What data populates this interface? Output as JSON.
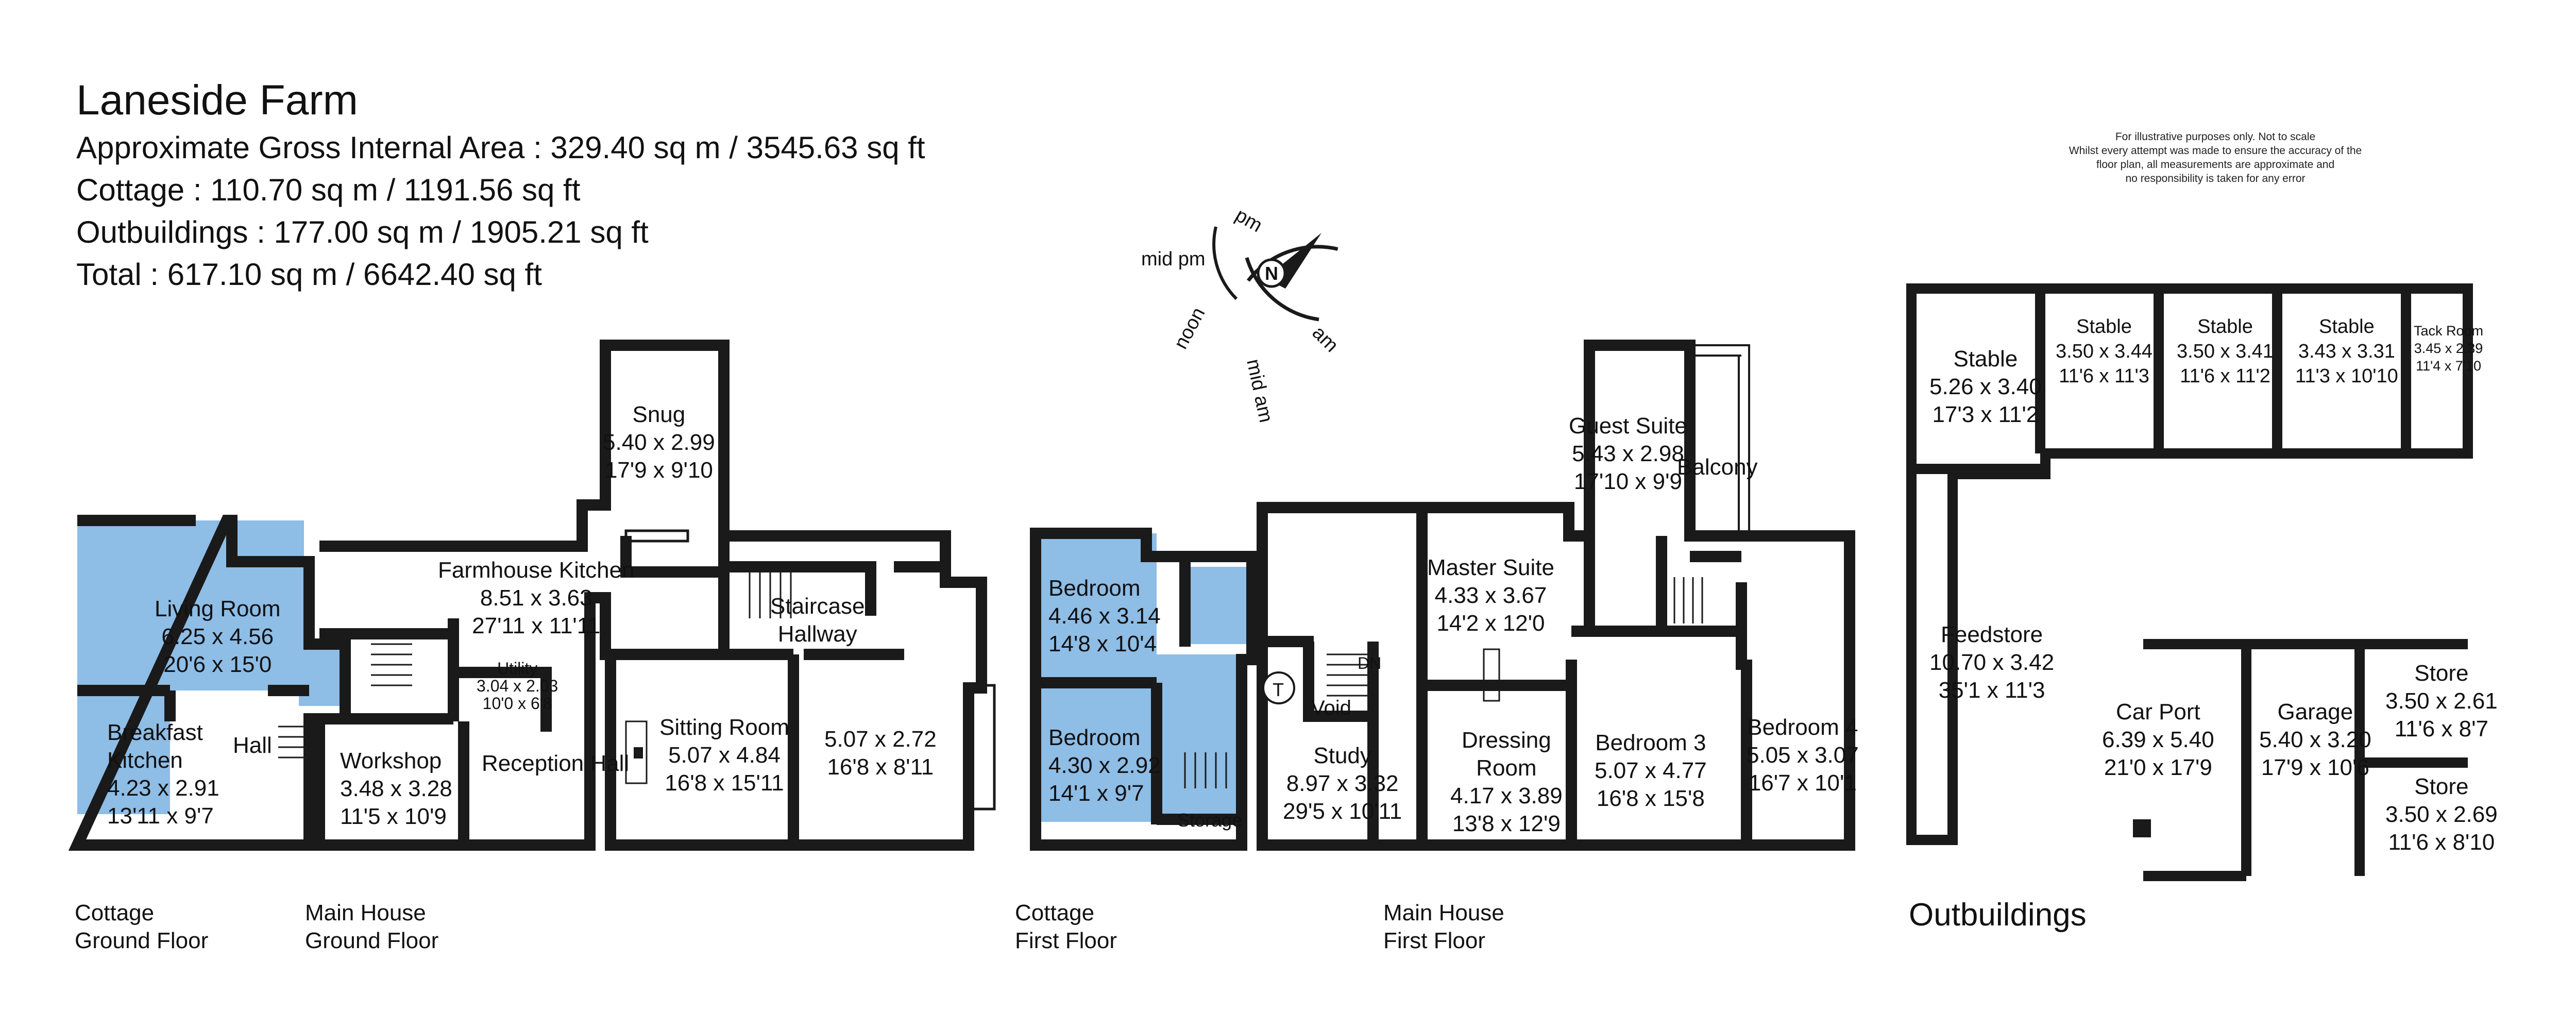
{
  "header": {
    "title": "Laneside Farm",
    "gross_area": "Approximate Gross Internal Area : 329.40 sq m / 3545.63 sq ft",
    "cottage_area": "Cottage : 110.70 sq m / 1191.56 sq ft",
    "outbuildings_area": "Outbuildings : 177.00 sq m / 1905.21 sq ft",
    "total_area": "Total : 617.10 sq m / 6642.40 sq ft"
  },
  "disclaimer": [
    "For illustrative purposes only. Not to scale",
    "Whilst every attempt was made to ensure the accuracy of the",
    "floor plan, all measurements are approximate and",
    "no responsibility is taken for any error"
  ],
  "compass": {
    "north": "N",
    "pm": "pm",
    "mid_pm": "mid pm",
    "noon": "noon",
    "mid_am": "mid am",
    "am": "am"
  },
  "colors": {
    "wall": "#1a1a1a",
    "cottage_fill": "#8ebde6",
    "highlight_fill": "#8ebde6"
  },
  "rooms": {
    "living_room": {
      "name": "Living Room",
      "dims": "6.25 x 4.56",
      "imperial": "20'6 x 15'0"
    },
    "breakfast_kitchen": {
      "name": "Breakfast",
      "name2": "Kitchen",
      "dims": "4.23 x 2.91",
      "imperial": "13'11 x 9'7"
    },
    "hall": {
      "name": "Hall"
    },
    "farmhouse_kitchen": {
      "name": "Farmhouse Kitchen",
      "dims": "8.51 x 3.63",
      "imperial": "27'11 x 11'11"
    },
    "utility": {
      "name": "Utility",
      "dims": "3.04 x 2.03",
      "imperial": "10'0 x 6'8"
    },
    "workshop": {
      "name": "Workshop",
      "dims": "3.48 x 3.28",
      "imperial": "11'5 x 10'9"
    },
    "reception_hall": {
      "name": "Reception Hall"
    },
    "snug": {
      "name": "Snug",
      "dims": "5.40 x 2.99",
      "imperial": "17'9 x 9'10"
    },
    "staircase_hallway": {
      "name": "Staircase",
      "name2": "Hallway"
    },
    "sitting_room": {
      "name": "Sitting Room",
      "dims": "5.07 x 4.84",
      "imperial": "16'8 x 15'11"
    },
    "garden_room": {
      "dims": "5.07 x 2.72",
      "imperial": "16'8 x 8'11"
    },
    "bedroom_a": {
      "name": "Bedroom",
      "dims": "4.46 x 3.14",
      "imperial": "14'8 x 10'4"
    },
    "bedroom_b": {
      "name": "Bedroom",
      "dims": "4.30 x 2.92",
      "imperial": "14'1 x 9'7"
    },
    "storage": {
      "name": "Storage"
    },
    "tank": {
      "name": "T"
    },
    "void": {
      "name": "Void"
    },
    "dn": {
      "name": "DN"
    },
    "study": {
      "name": "Study",
      "dims": "8.97 x 3.32",
      "imperial": "29'5 x 10'11"
    },
    "master_suite": {
      "name": "Master Suite",
      "dims": "4.33 x 3.67",
      "imperial": "14'2 x 12'0"
    },
    "dressing_room": {
      "name": "Dressing",
      "name2": "Room",
      "dims": "4.17 x 3.89",
      "imperial": "13'8 x 12'9"
    },
    "guest_suite": {
      "name": "Guest Suite",
      "dims": "5.43 x 2.98",
      "imperial": "17'10 x 9'9"
    },
    "balcony": {
      "name": "Balcony"
    },
    "bedroom_3": {
      "name": "Bedroom 3",
      "dims": "5.07 x 4.77",
      "imperial": "16'8 x 15'8"
    },
    "bedroom_4": {
      "name": "Bedroom 4",
      "dims": "5.05 x 3.07",
      "imperial": "16'7 x 10'1"
    },
    "stable_1": {
      "name": "Stable",
      "dims": "5.26 x 3.40",
      "imperial": "17'3 x 11'2"
    },
    "stable_2": {
      "name": "Stable",
      "dims": "3.50 x 3.44",
      "imperial": "11'6 x 11'3"
    },
    "stable_3": {
      "name": "Stable",
      "dims": "3.50 x 3.41",
      "imperial": "11'6 x 11'2"
    },
    "stable_4": {
      "name": "Stable",
      "dims": "3.43 x 3.31",
      "imperial": "11'3 x 10'10"
    },
    "tack_room": {
      "name": "Tack Room",
      "dims": "3.45 x 2.39",
      "imperial": "11'4 x 7'10"
    },
    "feedstore": {
      "name": "Feedstore",
      "dims": "10.70 x 3.42",
      "imperial": "35'1 x 11'3"
    },
    "car_port": {
      "name": "Car Port",
      "dims": "6.39 x 5.40",
      "imperial": "21'0 x 17'9"
    },
    "garage": {
      "name": "Garage",
      "dims": "5.40 x 3.20",
      "imperial": "17'9 x 10'6"
    },
    "store_1": {
      "name": "Store",
      "dims": "3.50 x 2.61",
      "imperial": "11'6 x 8'7"
    },
    "store_2": {
      "name": "Store",
      "dims": "3.50 x 2.69",
      "imperial": "11'6 x 8'10"
    }
  },
  "floor_labels": {
    "cottage_ground": {
      "line1": "Cottage",
      "line2": "Ground Floor"
    },
    "main_ground": {
      "line1": "Main House",
      "line2": "Ground Floor"
    },
    "cottage_first": {
      "line1": "Cottage",
      "line2": "First Floor"
    },
    "main_first": {
      "line1": "Main House",
      "line2": "First Floor"
    },
    "outbuildings": {
      "line1": "Outbuildings"
    }
  }
}
